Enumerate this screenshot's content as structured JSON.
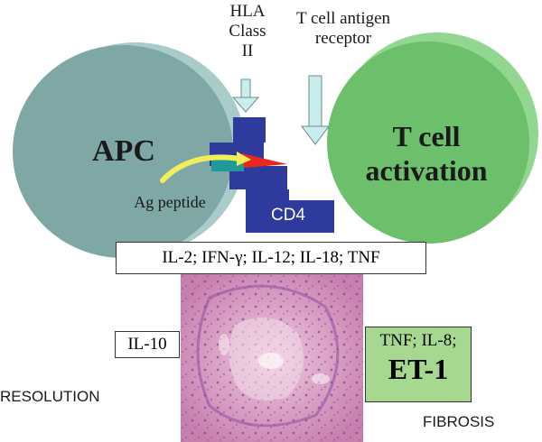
{
  "labels": {
    "hla": "HLA\nClass\nII",
    "tcr": "T cell antigen\nreceptor",
    "apc": "APC",
    "tcell_1": "T cell",
    "tcell_2": "activation",
    "ag_peptide": "Ag peptide",
    "cd4": "CD4",
    "cytokines": "IL-2; IFN-γ; IL-12; IL-18; TNF",
    "il10": "IL-10",
    "fibrotic_small": "TNF; IL-8;",
    "fibrotic_big": "ET-1",
    "resolution": "RESOLUTION",
    "fibrosis": "FIBROSIS"
  },
  "colors": {
    "apc_cell": "#7fa7a6",
    "apc_cell_side": "#a9cccb",
    "tcell": "#6cc06c",
    "tcell_side": "#93d68f",
    "mhc_blocks": "#2e3a9c",
    "peptide_arrow": "#f2ee5a",
    "peptide": "#e8281f",
    "teal_block": "#1f9a98",
    "pointer_arrows": "#c9ecec",
    "fibrosis_box": "#a6d98f",
    "tissue": "#d79ac0"
  },
  "icons": {
    "apc": "apc-cell-disc",
    "tcell": "t-cell-disc",
    "tissue": "histology-tissue-image"
  }
}
